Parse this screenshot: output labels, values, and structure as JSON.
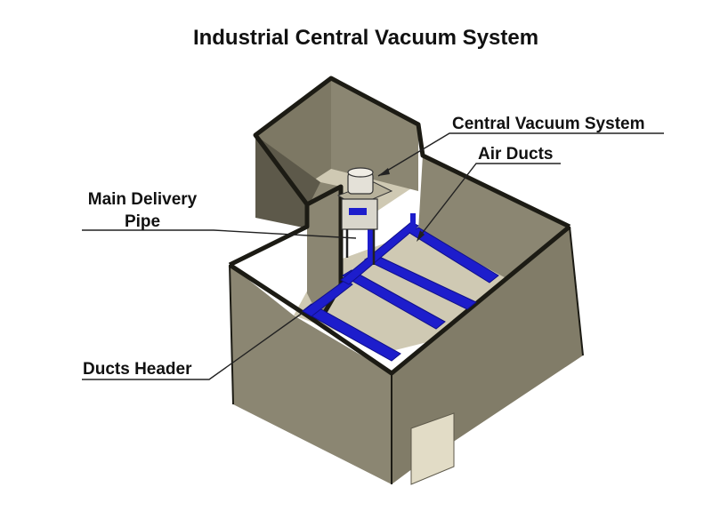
{
  "title": "Industrial Central Vacuum System",
  "labels": {
    "central_vacuum_system": "Central Vacuum System",
    "air_ducts": "Air Ducts",
    "main_delivery_pipe_line1": "Main Delivery",
    "main_delivery_pipe_line2": "Pipe",
    "ducts_header": "Ducts Header"
  },
  "colors": {
    "wall_top": "#1c1b14",
    "wall_side": "#8b8672",
    "wall_dark": "#6e6a58",
    "floor": "#cfc9b3",
    "duct": "#1d1dcc",
    "duct_dark": "#10108a",
    "door": "#e2dcc6"
  }
}
